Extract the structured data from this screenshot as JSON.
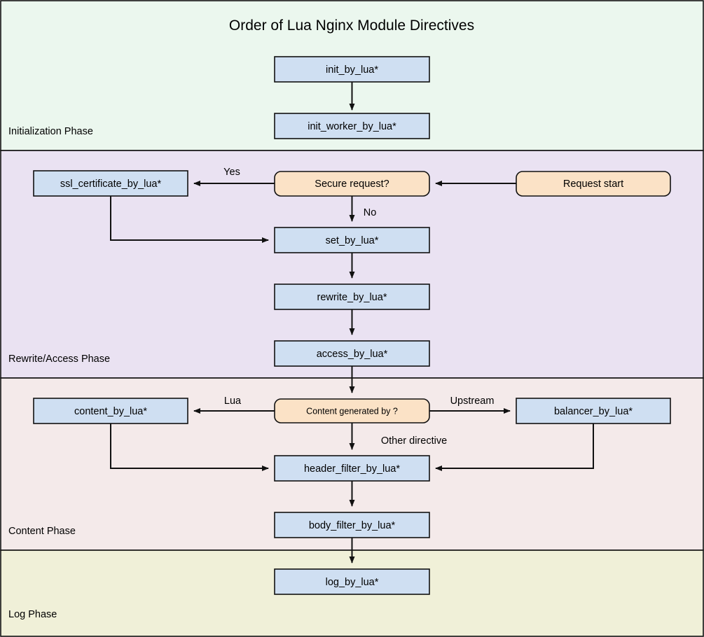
{
  "title": "Order of Lua Nginx Module Directives",
  "colors": {
    "process_fill": "#cfdff2",
    "decision_fill": "#fbe2c6",
    "stroke": "#111111",
    "band_init": "#ebf7ee",
    "band_rewrite": "#eae2f2",
    "band_content": "#f4eaea",
    "band_log": "#f0f0d8",
    "page_background": "#ffffff"
  },
  "phases": [
    {
      "id": "initialization",
      "label": "Initialization Phase",
      "fill": "#ebf7ee"
    },
    {
      "id": "rewrite-access",
      "label": "Rewrite/Access Phase",
      "fill": "#eae2f2"
    },
    {
      "id": "content",
      "label": "Content Phase",
      "fill": "#f4eaea"
    },
    {
      "id": "log",
      "label": "Log Phase",
      "fill": "#f0f0d8"
    }
  ],
  "nodes": [
    {
      "id": "init_by_lua",
      "label": "init_by_lua*",
      "shape": "process",
      "phase": "initialization"
    },
    {
      "id": "init_worker_by_lua",
      "label": "init_worker_by_lua*",
      "shape": "process",
      "phase": "initialization"
    },
    {
      "id": "request_start",
      "label": "Request start",
      "shape": "terminal",
      "phase": "rewrite-access"
    },
    {
      "id": "secure_request",
      "label": "Secure request?",
      "shape": "decision",
      "phase": "rewrite-access"
    },
    {
      "id": "ssl_certificate_by_lua",
      "label": "ssl_certificate_by_lua*",
      "shape": "process",
      "phase": "rewrite-access"
    },
    {
      "id": "set_by_lua",
      "label": "set_by_lua*",
      "shape": "process",
      "phase": "rewrite-access"
    },
    {
      "id": "rewrite_by_lua",
      "label": "rewrite_by_lua*",
      "shape": "process",
      "phase": "rewrite-access"
    },
    {
      "id": "access_by_lua",
      "label": "access_by_lua*",
      "shape": "process",
      "phase": "rewrite-access"
    },
    {
      "id": "content_generated_by",
      "label": "Content generated by ?",
      "shape": "decision",
      "phase": "content"
    },
    {
      "id": "content_by_lua",
      "label": "content_by_lua*",
      "shape": "process",
      "phase": "content"
    },
    {
      "id": "balancer_by_lua",
      "label": "balancer_by_lua*",
      "shape": "process",
      "phase": "content"
    },
    {
      "id": "header_filter_by_lua",
      "label": "header_filter_by_lua*",
      "shape": "process",
      "phase": "content"
    },
    {
      "id": "body_filter_by_lua",
      "label": "body_filter_by_lua*",
      "shape": "process",
      "phase": "content"
    },
    {
      "id": "log_by_lua",
      "label": "log_by_lua*",
      "shape": "process",
      "phase": "log"
    }
  ],
  "edges": [
    {
      "id": "e1",
      "from": "init_by_lua",
      "to": "init_worker_by_lua",
      "label": ""
    },
    {
      "id": "e2",
      "from": "request_start",
      "to": "secure_request",
      "label": ""
    },
    {
      "id": "e3",
      "from": "secure_request",
      "to": "ssl_certificate_by_lua",
      "label": "Yes"
    },
    {
      "id": "e4",
      "from": "secure_request",
      "to": "set_by_lua",
      "label": "No"
    },
    {
      "id": "e5",
      "from": "ssl_certificate_by_lua",
      "to": "set_by_lua",
      "label": ""
    },
    {
      "id": "e6",
      "from": "set_by_lua",
      "to": "rewrite_by_lua",
      "label": ""
    },
    {
      "id": "e7",
      "from": "rewrite_by_lua",
      "to": "access_by_lua",
      "label": ""
    },
    {
      "id": "e8",
      "from": "access_by_lua",
      "to": "content_generated_by",
      "label": ""
    },
    {
      "id": "e9",
      "from": "content_generated_by",
      "to": "content_by_lua",
      "label": "Lua"
    },
    {
      "id": "e10",
      "from": "content_generated_by",
      "to": "balancer_by_lua",
      "label": "Upstream"
    },
    {
      "id": "e11",
      "from": "content_generated_by",
      "to": "header_filter_by_lua",
      "label": "Other directive"
    },
    {
      "id": "e12",
      "from": "content_by_lua",
      "to": "header_filter_by_lua",
      "label": ""
    },
    {
      "id": "e13",
      "from": "balancer_by_lua",
      "to": "header_filter_by_lua",
      "label": ""
    },
    {
      "id": "e14",
      "from": "header_filter_by_lua",
      "to": "body_filter_by_lua",
      "label": ""
    },
    {
      "id": "e15",
      "from": "body_filter_by_lua",
      "to": "log_by_lua",
      "label": ""
    }
  ],
  "edge_labels": {
    "yes": "Yes",
    "no": "No",
    "lua": "Lua",
    "upstream": "Upstream",
    "other_directive": "Other directive"
  }
}
